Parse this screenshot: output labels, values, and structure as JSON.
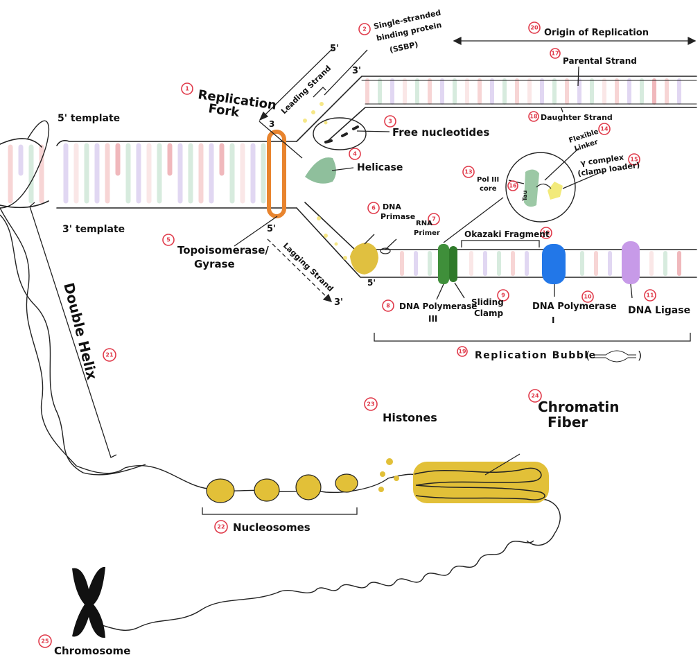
{
  "colors": {
    "ink": "#111111",
    "marker": "#e03a4a",
    "topoisomerase": "#e8842e",
    "helicase": "#8fbf9c",
    "primase": "#e0c040",
    "polymerase3": "#3f8f3a",
    "polymerase1": "#2277e8",
    "ligase": "#c79ae8",
    "histone": "#e2c038"
  },
  "labels": {
    "replication_fork": {
      "num": "1",
      "line1": "Replication",
      "line2": "Fork"
    },
    "ssbp": {
      "num": "2",
      "line1": "Single-stranded",
      "line2": "binding protein",
      "line3": "(SSBP)"
    },
    "free_nucleotides": {
      "num": "3",
      "text": "Free nucleotides"
    },
    "helicase": {
      "num": "4",
      "text": "Helicase"
    },
    "topoisomerase": {
      "num": "5",
      "line1": "Topoisomerase/",
      "line2": "Gyrase"
    },
    "primase": {
      "num": "6",
      "line1": "DNA",
      "line2": "Primase"
    },
    "rna_primer": {
      "num": "7",
      "line1": "RNA",
      "line2": "Primer"
    },
    "pol3": {
      "num": "8",
      "line1": "DNA Polymerase",
      "line2": "III"
    },
    "sliding_clamp": {
      "num": "9",
      "line1": "Sliding",
      "line2": "Clamp"
    },
    "pol1": {
      "num": "10",
      "line1": "DNA Polymerase",
      "line2": "I"
    },
    "ligase": {
      "num": "11",
      "text": "DNA Ligase"
    },
    "okazaki": {
      "num": "12",
      "text": "Okazaki Fragment"
    },
    "pol3_core": {
      "num": "13",
      "line1": "Pol III",
      "line2": "core"
    },
    "flexible_linker": {
      "num": "14",
      "line1": "Flexible",
      "line2": "Linker"
    },
    "clamp_loader": {
      "num": "15",
      "line1": "γ complex",
      "line2": "(clamp loader)"
    },
    "tau": {
      "num": "16",
      "text": "Tau"
    },
    "parental": {
      "num": "17",
      "text": "Parental Strand"
    },
    "daughter": {
      "num": "18",
      "text": "Daughter Strand"
    },
    "bubble": {
      "num": "19",
      "text": "Replication Bubble"
    },
    "origin": {
      "num": "20",
      "text": "Origin of Replication"
    },
    "double_helix": {
      "num": "21",
      "text": "Double Helix"
    },
    "nucleosomes": {
      "num": "22",
      "text": "Nucleosomes"
    },
    "histones": {
      "num": "23",
      "text": "Histones"
    },
    "chromatin": {
      "num": "24",
      "line1": "Chromatin",
      "line2": "Fiber"
    },
    "chromosome": {
      "num": "25",
      "text": "Chromosome"
    }
  },
  "strands": {
    "five_template": "5' template",
    "three_template": "3' template",
    "leading_strand": "Leading Strand",
    "lagging_strand": "Lagging Strand",
    "lead_5": "5'",
    "lead_3": "3'",
    "fork_3": "3",
    "lag_5_top": "5'",
    "lag_3": "3'",
    "lag_5_bottom": "5'"
  }
}
